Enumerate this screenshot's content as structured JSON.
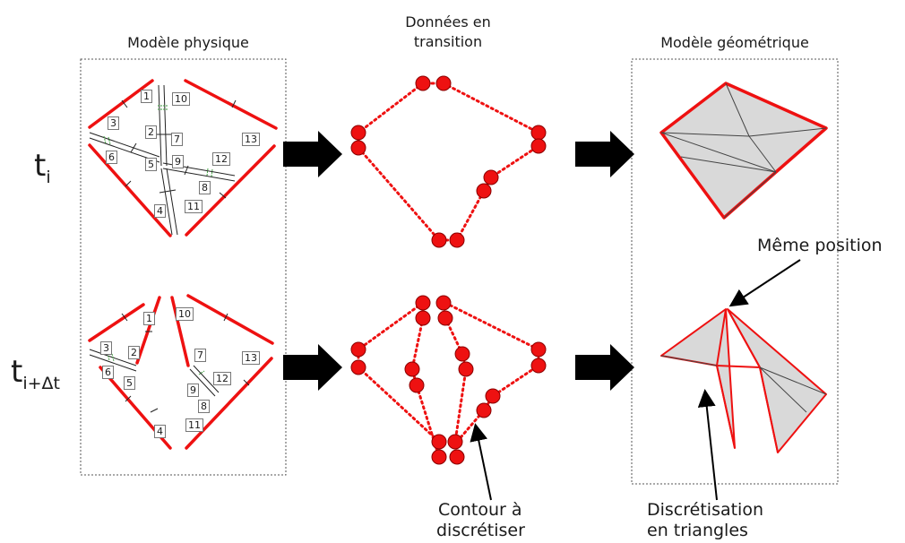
{
  "titles": {
    "physical": "Modèle physique",
    "transition_line1": "Données en",
    "transition_line2": "transition",
    "geometric": "Modèle géométrique"
  },
  "rows": {
    "t1_base": "t",
    "t1_sub": "i",
    "t2_base": "t",
    "t2_sub": "i+Δt"
  },
  "annotations": {
    "same_position": "Même position",
    "contour_line1": "Contour à",
    "contour_line2": "discrétiser",
    "discret_line1": "Discrétisation",
    "discret_line2": "en triangles"
  },
  "segment_numbers": [
    "1",
    "2",
    "3",
    "4",
    "5",
    "6",
    "7",
    "8",
    "9",
    "10",
    "11",
    "12",
    "13"
  ],
  "colors": {
    "contour": "#ee1111",
    "node": "#ee1111",
    "arrow": "#000000",
    "fill": "#d9d9d9",
    "frame": "#555555"
  }
}
